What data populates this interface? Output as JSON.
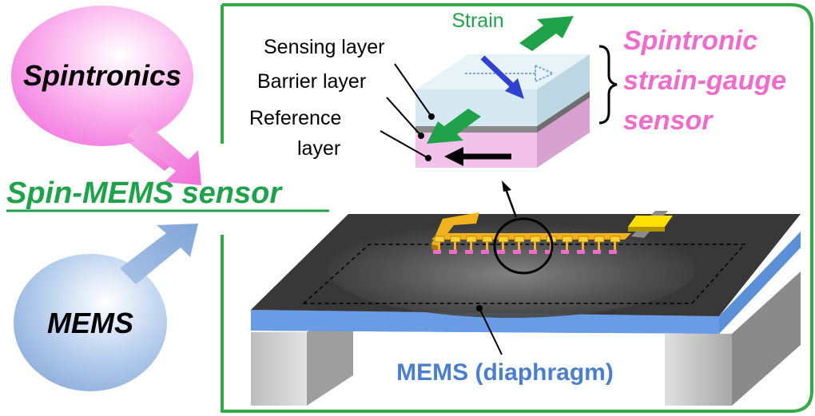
{
  "bubbles": {
    "spintronics": "Spintronics",
    "mems": "MEMS"
  },
  "title": "Spin-MEMS sensor",
  "labels": {
    "strain": "Strain",
    "sensing_layer": "Sensing layer",
    "barrier_layer": "Barrier layer",
    "reference_line1": "Reference",
    "reference_line2": "layer",
    "gauge_line1": "Spintronic",
    "gauge_line2": "strain-gauge",
    "gauge_line3": "sensor",
    "diaphragm": "MEMS (diaphragm)"
  },
  "colors": {
    "pink": "#f06ccc",
    "green": "#1fa24a",
    "blue": "#4a7fd0",
    "frame_green": "#33aa44",
    "chip": "#383838",
    "gold": "#f2b21e"
  }
}
